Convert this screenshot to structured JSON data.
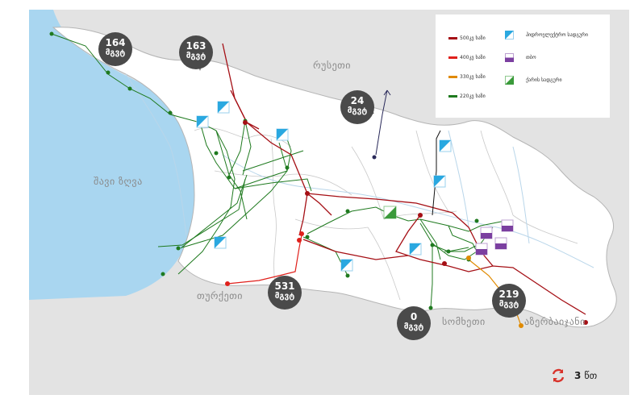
{
  "labels": {
    "russia": "რუსეთი",
    "black_sea": "შავი ზღვა",
    "turkey": "თურქეთი",
    "armenia": "სომხეთი",
    "azerbaijan": "აზერბაიჯანი"
  },
  "bubbles": [
    {
      "id": "b164",
      "value": "164",
      "unit": "მგვტ"
    },
    {
      "id": "b163",
      "value": "163",
      "unit": "მგვტ"
    },
    {
      "id": "b24",
      "value": "24",
      "unit": "მგვტ"
    },
    {
      "id": "b531",
      "value": "531",
      "unit": "მგვტ"
    },
    {
      "id": "b0",
      "value": "0",
      "unit": "მგვტ"
    },
    {
      "id": "b219",
      "value": "219",
      "unit": "მგვტ"
    }
  ],
  "legend": {
    "lines": [
      {
        "label": "500კვ ხაზი",
        "color": "#a50f15"
      },
      {
        "label": "400კვ ხაზი",
        "color": "#e0201b"
      },
      {
        "label": "330კვ ხაზი",
        "color": "#e08a00"
      },
      {
        "label": "220კვ ხაზი",
        "color": "#1f7a1f"
      }
    ],
    "icons": [
      {
        "label": "ჰიდროელექტრო სადგური",
        "icon": "hydro-plant-icon",
        "color": "#2aa8e0"
      },
      {
        "label": "თბო",
        "icon": "thermal-plant-icon",
        "color": "#7b3fa0"
      },
      {
        "label": "ქარის სადგური",
        "icon": "wind-plant-icon",
        "color": "#3a9a3a"
      }
    ]
  },
  "timer": {
    "value": "3",
    "unit": "წთ",
    "icon": "refresh-icon",
    "color": "#d8322a"
  },
  "colors": {
    "sea": "#a9d6f0",
    "land": "#ffffff",
    "outside": "#e3e3e3",
    "river": "#b9d6ea",
    "border": "#9a9a9a"
  }
}
